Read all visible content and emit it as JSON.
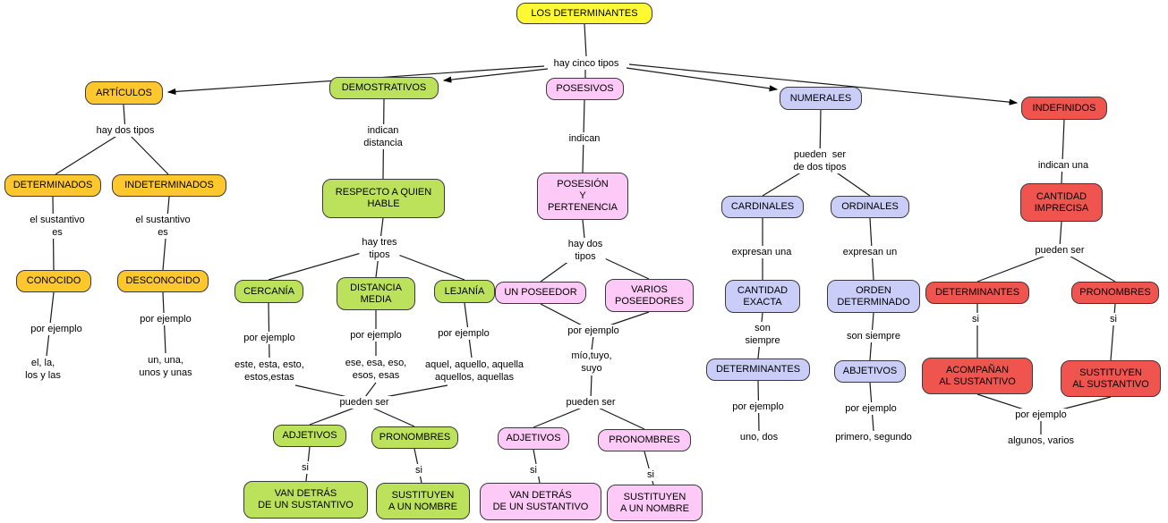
{
  "colors": {
    "root_fill": "#fff933",
    "articulos_fill": "#ffc72e",
    "demostrativos_fill": "#bce25b",
    "posesivos_fill": "#fdc9f6",
    "numerales_fill": "#c9cdf7",
    "indefinidos_fill": "#f0544e",
    "line": "#000000"
  },
  "root": {
    "label": "LOS DETERMINANTES",
    "connector": "hay cinco tipos"
  },
  "articulos": {
    "label": "ARTÍCULOS",
    "connector": "hay dos tipos",
    "determinados": {
      "label": "DETERMINADOS",
      "connector": "el sustantivo\nes",
      "result": "CONOCIDO",
      "example_connector": "por ejemplo",
      "examples": "el, la,\nlos y las"
    },
    "indeterminados": {
      "label": "INDETERMINADOS",
      "connector": "el sustantivo\nes",
      "result": "DESCONOCIDO",
      "example_connector": "por ejemplo",
      "examples": "un, una,\nunos y unas"
    }
  },
  "demostrativos": {
    "label": "DEMOSTRATIVOS",
    "connector": "indican\ndistancia",
    "respecto": {
      "label": "RESPECTO A QUIEN\nHABLE",
      "connector": "hay tres\ntipos"
    },
    "cercania": {
      "label": "CERCANÍA",
      "example_connector": "por ejemplo",
      "examples": "este, esta, esto,\nestos,estas"
    },
    "distancia_media": {
      "label": "DISTANCIA\nMEDIA",
      "example_connector": "por ejemplo",
      "examples": "ese, esa, eso,\nesos, esas"
    },
    "lejania": {
      "label": "LEJANÍA",
      "example_connector": "por ejemplo",
      "examples": "aquel, aquello, aquella\naquellos, aquellas"
    },
    "connector2": "pueden ser",
    "adjetivos": {
      "label": "ADJETIVOS",
      "connector": "si",
      "result": "VAN DETRÁS\nDE UN SUSTANTIVO"
    },
    "pronombres": {
      "label": "PRONOMBRES",
      "connector": "si",
      "result": "SUSTITUYEN\nA UN NOMBRE"
    }
  },
  "posesivos": {
    "label": "POSESIVOS",
    "connector": "indican",
    "posesion": {
      "label": "POSESIÓN\nY\nPERTENENCIA",
      "connector": "hay dos\ntipos"
    },
    "un_poseedor": {
      "label": "UN POSEEDOR"
    },
    "varios_poseedores": {
      "label": "VARIOS\nPOSEEDORES"
    },
    "example_connector": "por ejemplo",
    "examples": "mío,tuyo,\nsuyo",
    "connector2": "pueden ser",
    "adjetivos": {
      "label": "ADJETIVOS",
      "connector": "si",
      "result": "VAN DETRÁS\nDE UN SUSTANTIVO"
    },
    "pronombres": {
      "label": "PRONOMBRES",
      "connector": "si",
      "result": "SUSTITUYEN\nA UN NOMBRE"
    }
  },
  "numerales": {
    "label": "NUMERALES",
    "connector": "pueden  ser\nde dos tipos",
    "cardinales": {
      "label": "CARDINALES",
      "connector": "expresan una",
      "quality": "CANTIDAD\nEXACTA",
      "connector2": "son\nsiempre",
      "role": "DETERMINANTES",
      "example_connector": "por ejemplo",
      "examples": "uno, dos"
    },
    "ordinales": {
      "label": "ORDINALES",
      "connector": "expresan un",
      "quality": "ORDEN\nDETERMINADO",
      "connector2": "son siempre",
      "role": "ABJETIVOS",
      "example_connector": "por ejemplo",
      "examples": "primero, segundo"
    }
  },
  "indefinidos": {
    "label": "INDEFINIDOS",
    "connector": "indican una",
    "cantidad": {
      "label": "CANTIDAD\nIMPRECISA",
      "connector": "pueden ser"
    },
    "determinantes": {
      "label": "DETERMINANTES",
      "connector": "si",
      "result": "ACOMPAÑAN\nAL SUSTANTIVO"
    },
    "pronombres": {
      "label": "PRONOMBRES",
      "connector": "si",
      "result": "SUSTITUYEN\nAL SUSTANTIVO"
    },
    "example_connector": "por ejemplo",
    "examples": "algunos, varios"
  }
}
